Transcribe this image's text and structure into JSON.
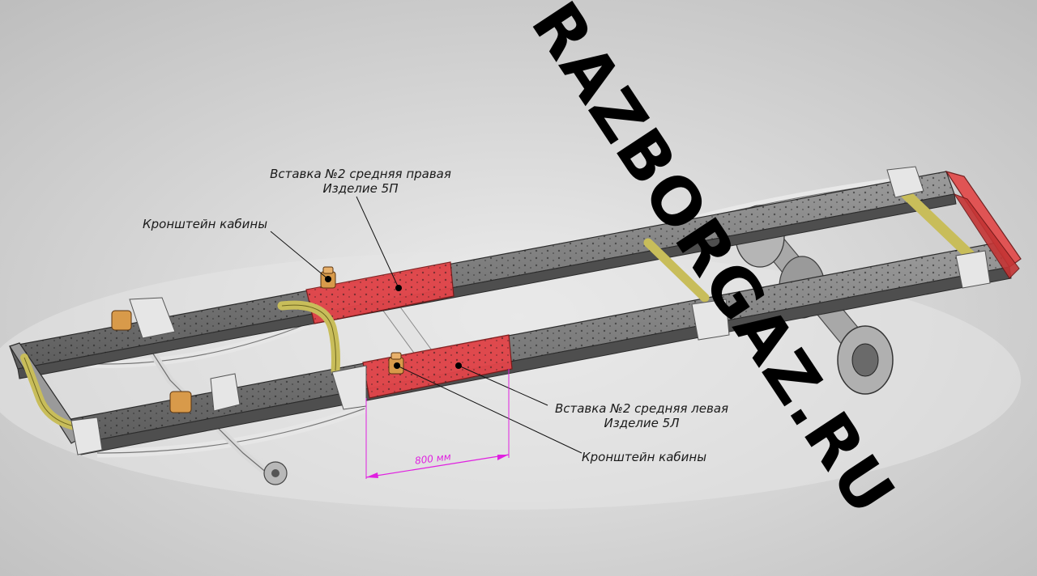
{
  "watermark": "RAZBORGAZ.RU",
  "labels": {
    "insert_right_line1": "Вставка №2 средняя правая",
    "insert_right_line2": "Изделие 5П",
    "cab_bracket_top": "Кронштейн кабины",
    "insert_left_line1": "Вставка №2 средняя левая",
    "insert_left_line2": "Изделие 5Л",
    "cab_bracket_bottom": "Кронштейн кабины"
  },
  "dimension": {
    "value": 800,
    "text": "800 мм"
  },
  "colors": {
    "frame": "#8a8a8a",
    "insert": "#e8454a",
    "rear_crossmember": "#e24a4a",
    "tube": "#c8bd5a",
    "bracket": "#d89a4a",
    "dimension": "#e020e0"
  }
}
